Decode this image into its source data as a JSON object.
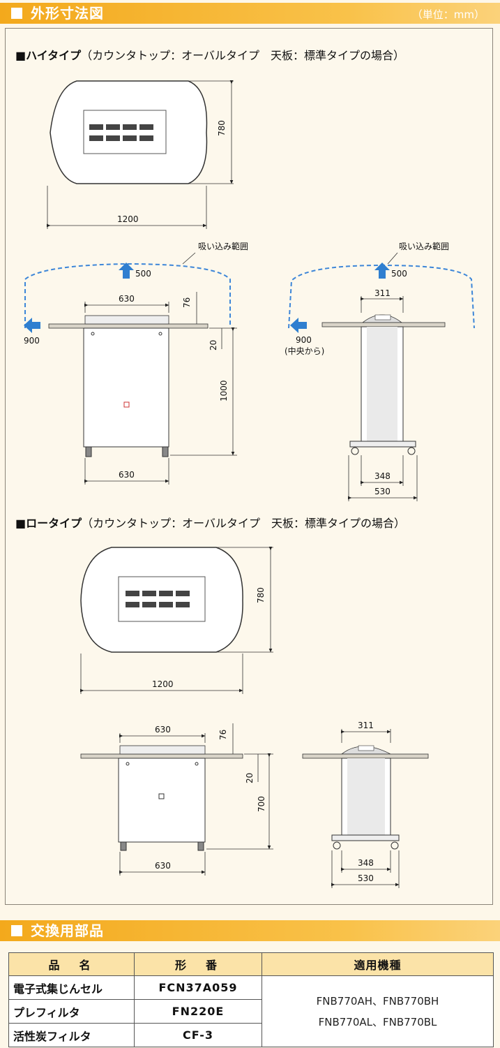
{
  "section1": {
    "title": "外形寸法図",
    "unit": "（単位：mm）"
  },
  "high": {
    "heading": "■ハイタイプ",
    "note": "（カウンタトップ：オーバルタイプ　天板：標準タイプの場合）",
    "top_width": "1200",
    "top_depth": "780",
    "suction_label_1": "吸い込み範囲",
    "suction_label_2": "吸い込み範囲",
    "up_1": "500",
    "up_2": "500",
    "side_1": "900",
    "side_2": "900",
    "side_2_note": "(中央から)",
    "front_top": "630",
    "front_bottom": "630",
    "d76": "76",
    "d20": "20",
    "height": "1000",
    "side_top": "311",
    "side_inner": "348",
    "side_outer": "530"
  },
  "low": {
    "heading": "■ロータイプ",
    "note": "（カウンタトップ：オーバルタイプ　天板：標準タイプの場合）",
    "top_width": "1200",
    "top_depth": "780",
    "front_top": "630",
    "front_bottom": "630",
    "d76": "76",
    "d20": "20",
    "height": "700",
    "side_top": "311",
    "side_inner": "348",
    "side_outer": "530"
  },
  "section2": {
    "title": "交換用部品"
  },
  "parts_table": {
    "headers": [
      "品　名",
      "形　番",
      "適用機種"
    ],
    "rows": [
      {
        "name": "電子式集じんセル",
        "code": "FCN37A059"
      },
      {
        "name": "プレフィルタ",
        "code": "FN220E"
      },
      {
        "name": "活性炭フィルタ",
        "code": "CF-3"
      }
    ],
    "models_line1": "FNB770AH、FNB770BH",
    "models_line2": "FNB770AL、FNB770BL"
  },
  "colors": {
    "banner": "#f3a91c",
    "arrow": "#2f7fd0",
    "dashed": "#3d86d8",
    "table_header": "#fbe3a8"
  }
}
